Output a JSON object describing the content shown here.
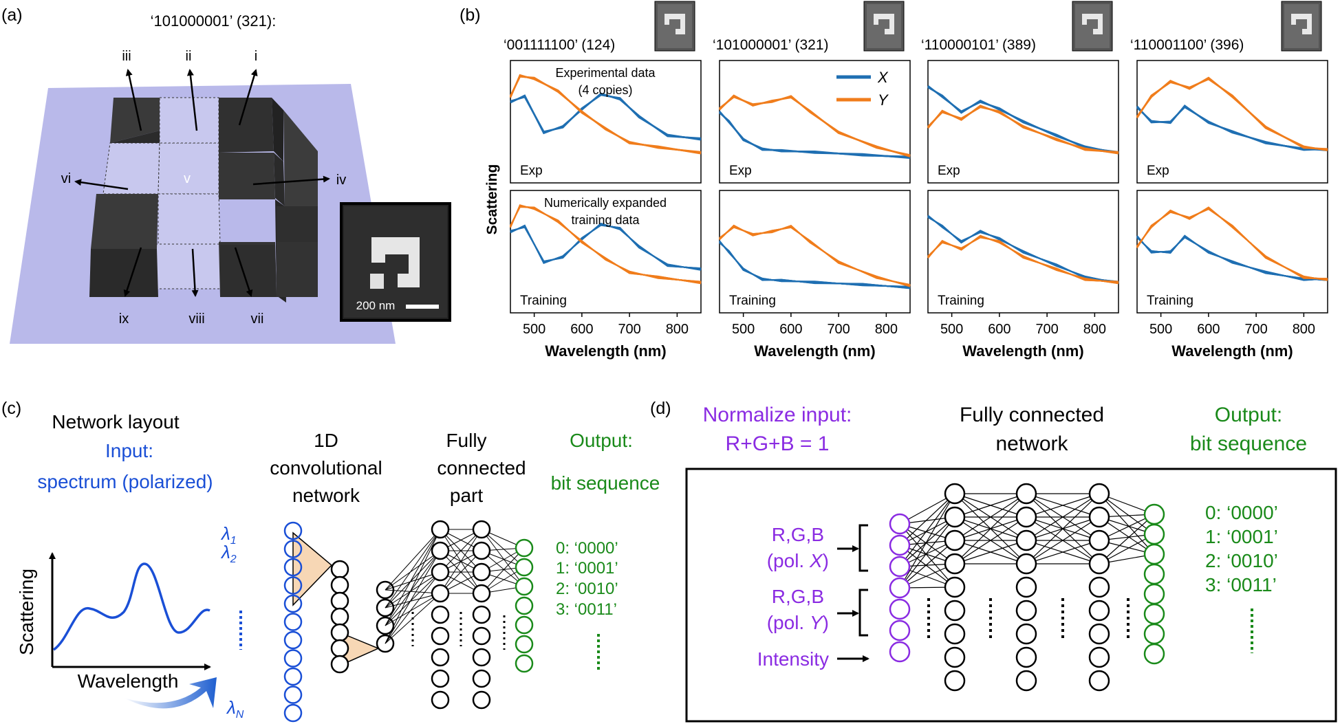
{
  "panel_labels": {
    "a": "(a)",
    "b": "(b)",
    "c": "(c)",
    "d": "(d)"
  },
  "panel_a": {
    "title": "‘101000001’ (321):",
    "arrows": [
      "i",
      "ii",
      "iii",
      "iv",
      "v",
      "vi",
      "vii",
      "viii",
      "ix"
    ],
    "scale_bar": "200 nm"
  },
  "panel_b": {
    "y_label": "Scattering",
    "x_label": "Wavelength (nm)",
    "x_ticks": [
      "500",
      "600",
      "700",
      "800"
    ],
    "legend": [
      {
        "name": "X",
        "color": "#1f6fb2"
      },
      {
        "name": "Y",
        "color": "#f07d1c"
      }
    ],
    "notes": {
      "exp_line1": "Experimental data",
      "exp_line2": "(4 copies)",
      "train_line1": "Numerically expanded",
      "train_line2": "training data"
    },
    "row_tags": {
      "exp": "Exp",
      "training": "Training"
    },
    "columns": [
      {
        "label": "‘001111100’ (124)"
      },
      {
        "label": "‘101000001’ (321)"
      },
      {
        "label": "‘110000101’ (389)"
      },
      {
        "label": "‘110001100’ (396)"
      }
    ]
  },
  "panel_c": {
    "title": "Network layout",
    "input_line1": "Input:",
    "input_line2": "spectrum (polarized)",
    "y_label": "Scattering",
    "x_label": "Wavelength",
    "lambda_1": "λ",
    "sub_1": "1",
    "lambda_2": "λ",
    "sub_2": "2",
    "lambda_n": "λ",
    "sub_n": "N",
    "conv_line1": "1D",
    "conv_line2": "convolutional",
    "conv_line3": "network",
    "fc_line1": "Fully",
    "fc_line2": "connected",
    "fc_line3": "part",
    "output_line1": "Output:",
    "output_line2": "bit sequence",
    "outputs": [
      "0: ‘0000’",
      "1: ‘0001’",
      "2: ‘0010’",
      "3: ‘0011’"
    ]
  },
  "panel_d": {
    "normalize_line1": "Normalize input:",
    "normalize_line2": "R+G+B = 1",
    "fc_line1": "Fully connected",
    "fc_line2": "network",
    "output_line1": "Output:",
    "output_line2": "bit sequence",
    "in1_line1": "R,G,B",
    "in1_line2": "(pol. ",
    "in1_pol": "X",
    "in2_line1": "R,G,B",
    "in2_line2": "(pol. ",
    "in2_pol": "Y",
    "paren_close": ")",
    "in3": "Intensity",
    "outputs": [
      "0: ‘0000’",
      "1: ‘0001’",
      "2: ‘0010’",
      "3: ‘0011’"
    ]
  },
  "colors": {
    "x_series": "#1f6fb2",
    "y_series": "#f07d1c",
    "input_blue": "#1a4fd6",
    "output_green": "#1a8a1a",
    "purple": "#8a2be2",
    "substrate": "#b8b8e8"
  }
}
